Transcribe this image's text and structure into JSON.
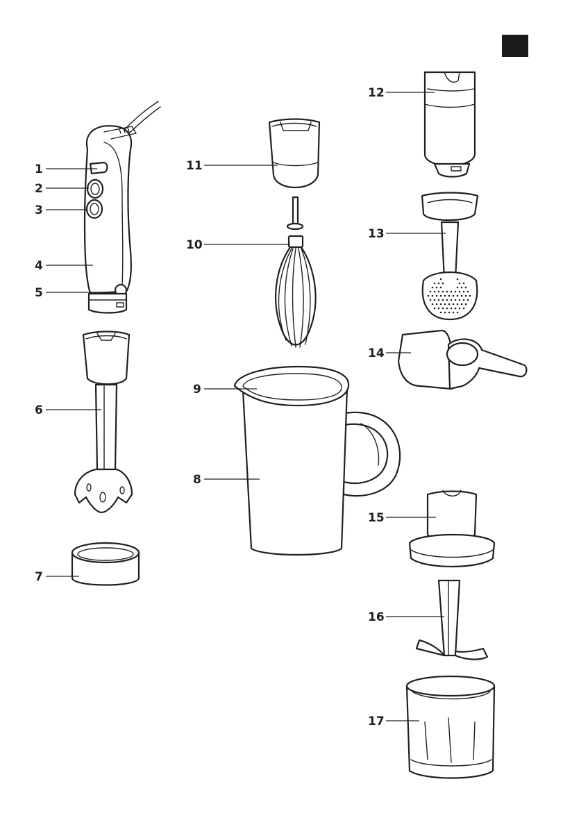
{
  "colors": {
    "ink": "#231f20",
    "background": "#ffffff",
    "tab": "#1a1a1a"
  },
  "callouts": [
    {
      "id": "1",
      "text": "1"
    },
    {
      "id": "2",
      "text": "2"
    },
    {
      "id": "3",
      "text": "3"
    },
    {
      "id": "4",
      "text": "4"
    },
    {
      "id": "5",
      "text": "5"
    },
    {
      "id": "6",
      "text": "6"
    },
    {
      "id": "7",
      "text": "7"
    },
    {
      "id": "8",
      "text": "8"
    },
    {
      "id": "9",
      "text": "9"
    },
    {
      "id": "10",
      "text": "10"
    },
    {
      "id": "11",
      "text": "11"
    },
    {
      "id": "12",
      "text": "12"
    },
    {
      "id": "13",
      "text": "13"
    },
    {
      "id": "14",
      "text": "14"
    },
    {
      "id": "15",
      "text": "15"
    },
    {
      "id": "16",
      "text": "16"
    },
    {
      "id": "17",
      "text": "17"
    }
  ]
}
